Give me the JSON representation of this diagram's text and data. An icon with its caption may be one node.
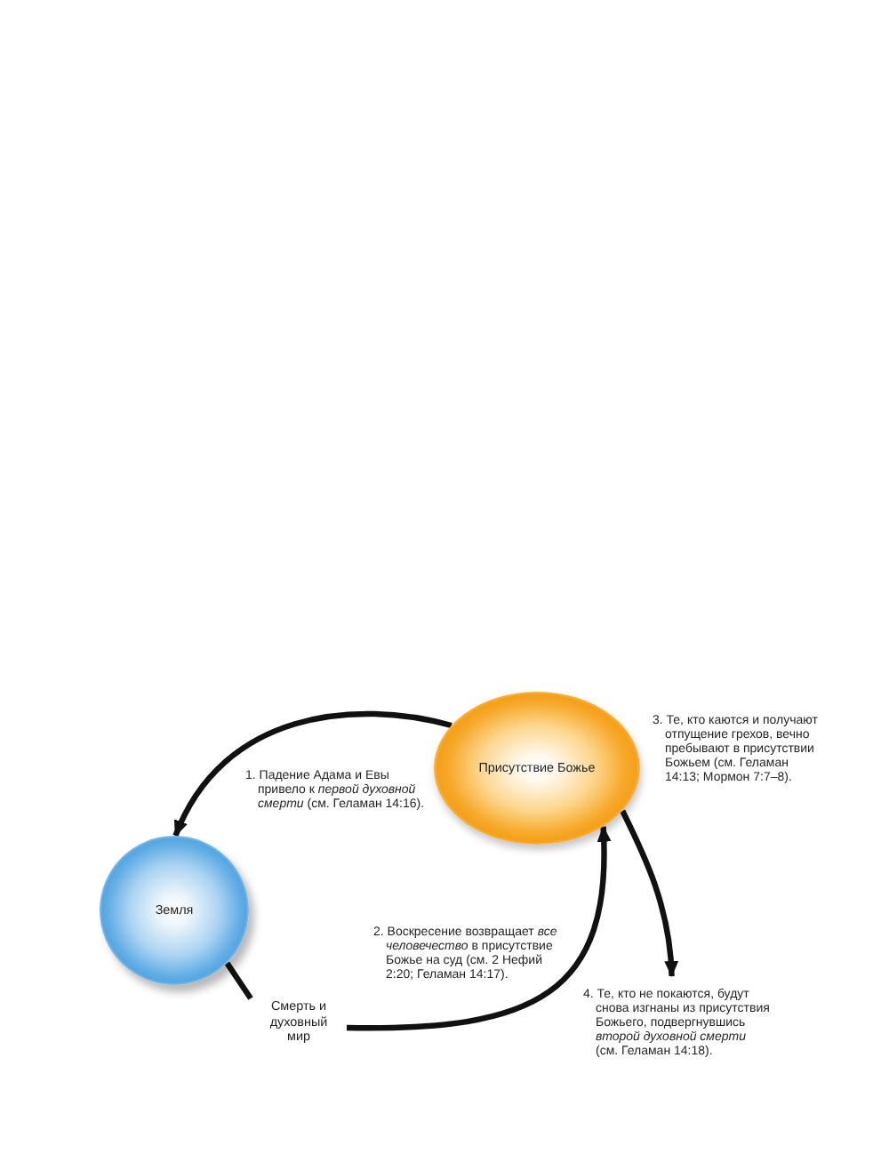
{
  "diagram": {
    "nodes": [
      {
        "text": [
          "Присутствие Божье"
        ]
      },
      {
        "text": [
          "Земля"
        ]
      },
      {
        "text": [
          "Смерть и духовный мир"
        ]
      },
      {
        "text": [
          "4. Те, кто не покаются, будут снова изгнаны из присутствия Божьего, подвергнувшись *второй духовной смерти* (см. Геламан 14:18)."
        ]
      }
    ],
    "edges": [
      {
        "from": 0,
        "to": 1,
        "arrow": "to"
      },
      {
        "from": 1,
        "to": 2,
        "arrow": "none"
      },
      {
        "from": 2,
        "to": 0,
        "arrow": "to"
      },
      {
        "from": 0,
        "to": 3,
        "arrow": "to"
      }
    ],
    "labels": [
      "1. Падение Адама и Евы привело к *первой духовной смерти* (см. Геламан 14:16).",
      "2. Воскресение возвращает *все человечество* в присутствие Божье на суд (см. 2 Нефий 2:20; Геламан 14:17).",
      "3. Те, кто каются и получают отпущение грехов, вечно пребывают в присутствии Божьем (см. Геламан 14:13; Мормон 7:7–8)."
    ]
  }
}
